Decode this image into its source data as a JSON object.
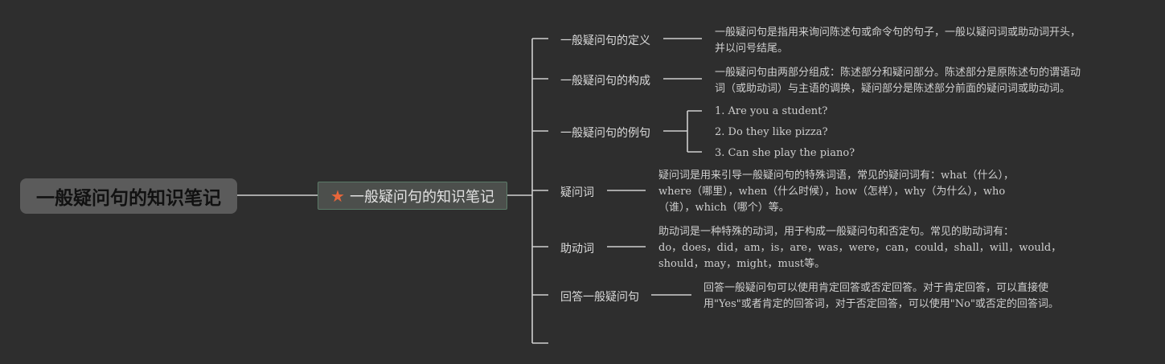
{
  "root": {
    "title": "一般疑问句的知识笔记"
  },
  "center": {
    "title": "一般疑问句的知识笔记",
    "icon": "star-icon",
    "icon_color": "#e8663a"
  },
  "colors": {
    "background": "#2e2e2e",
    "line": "#cfcfcf",
    "root_fill": "#5b5b5b",
    "center_fill": "#4c4f4c",
    "center_border": "#5b7a68"
  },
  "branches": [
    {
      "label": "一般疑问句的定义",
      "lines": [
        "一般疑问句是指用来询问陈述句或命令句的句子，一般以疑问词或助动词开头，",
        "并以问号结尾。"
      ]
    },
    {
      "label": "一般疑问句的构成",
      "lines": [
        "一般疑问句由两部分组成：陈述部分和疑问部分。陈述部分是原陈述句的谓语动",
        "词（或助动词）与主语的调换，疑问部分是陈述部分前面的疑问词或助动词。"
      ]
    },
    {
      "label": "一般疑问句的例句",
      "examples": [
        "1. Are you a student?",
        "2. Do they like pizza?",
        "3. Can she play the piano?"
      ]
    },
    {
      "label": "疑问词",
      "lines": [
        "疑问词是用来引导一般疑问句的特殊词语，常见的疑问词有：what（什么），",
        "where（哪里），when（什么时候），how（怎样），why（为什么），who",
        "（谁），which（哪个）等。"
      ]
    },
    {
      "label": "助动词",
      "lines": [
        "助动词是一种特殊的动词，用于构成一般疑问句和否定句。常见的助动词有：",
        "do，does，did，am，is，are，was，were，can，could，shall，will，would，",
        "should，may，might，must等。"
      ]
    },
    {
      "label": "回答一般疑问句",
      "lines": [
        "回答一般疑问句可以使用肯定回答或否定回答。对于肯定回答，可以直接使",
        "用\"Yes\"或者肯定的回答词，对于否定回答，可以使用\"No\"或否定的回答词。"
      ]
    }
  ]
}
